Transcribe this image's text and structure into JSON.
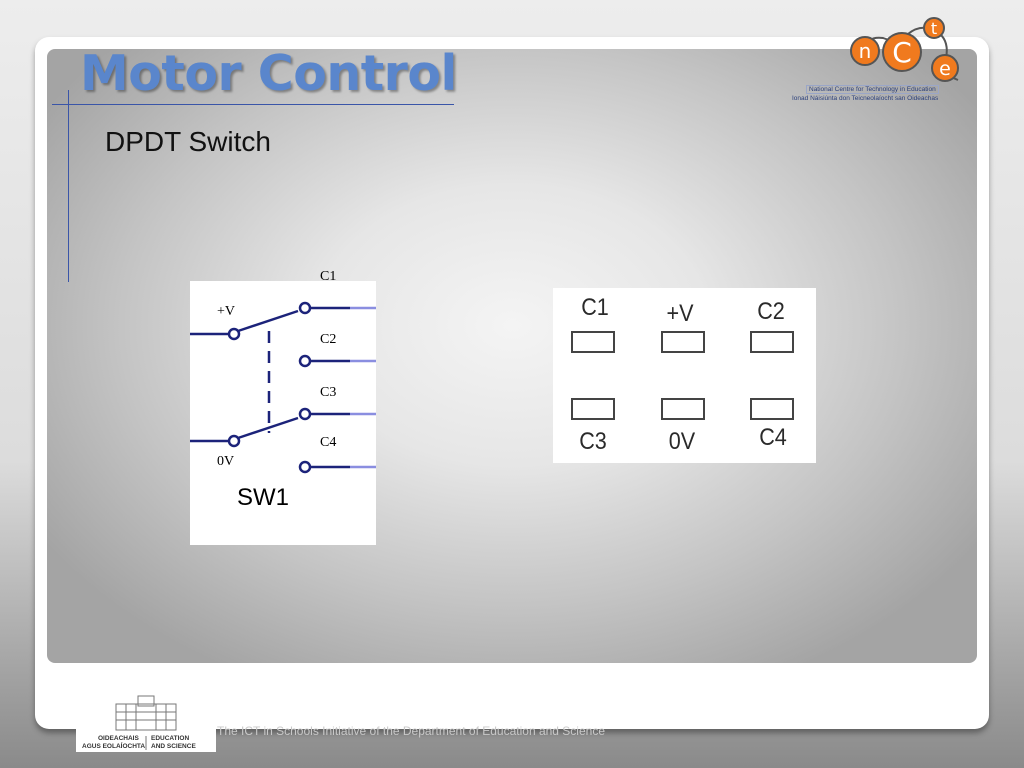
{
  "slide": {
    "title": "Motor Control",
    "subtitle": "DPDT Switch"
  },
  "logo": {
    "letters": [
      "n",
      "C",
      "t",
      "e"
    ],
    "line1": "National Centre for Technology in Education",
    "line2": "Ionad Náisiúnta don Teicneolaíocht san Oideachas"
  },
  "schematic": {
    "plus_v": "+V",
    "zero_v": "0V",
    "c1": "C1",
    "c2": "C2",
    "c3": "C3",
    "c4": "C4",
    "switch_name": "SW1"
  },
  "pinout": {
    "top": [
      "C1",
      "+V",
      "C2"
    ],
    "bottom": [
      "C3",
      "0V",
      "C4"
    ]
  },
  "footer": {
    "dept_left": "OIDEACHAIS",
    "dept_left2": "AGUS EOLAÍOCHTA",
    "dept_right": "EDUCATION",
    "dept_right2": "AND SCIENCE",
    "caption": "The ICT in Schools Initiative of the Department of Education and Science"
  },
  "colors": {
    "title": "#5a86cc",
    "rule": "#3a55a8",
    "wire": "#1c237a",
    "wire_end": "#8a8ee0",
    "logo_orange": "#f07a1e"
  }
}
